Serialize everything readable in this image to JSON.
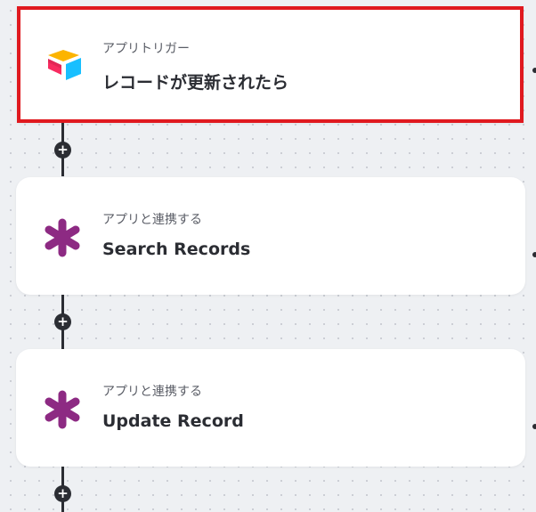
{
  "steps": [
    {
      "subtitle": "アプリトリガー",
      "title": "レコードが更新されたら",
      "icon": "airtable-icon"
    },
    {
      "subtitle": "アプリと連携する",
      "title": "Search Records",
      "icon": "zapier-asterisk-icon"
    },
    {
      "subtitle": "アプリと連携する",
      "title": "Update Record",
      "icon": "zapier-asterisk-icon"
    }
  ],
  "add_step_label": "+",
  "colors": {
    "selected_border": "#e0191f",
    "connector": "#2b2d33",
    "asterisk": "#8d2a83",
    "airtable_yellow": "#fcb400",
    "airtable_blue": "#18bfff",
    "airtable_red": "#f82b60"
  }
}
